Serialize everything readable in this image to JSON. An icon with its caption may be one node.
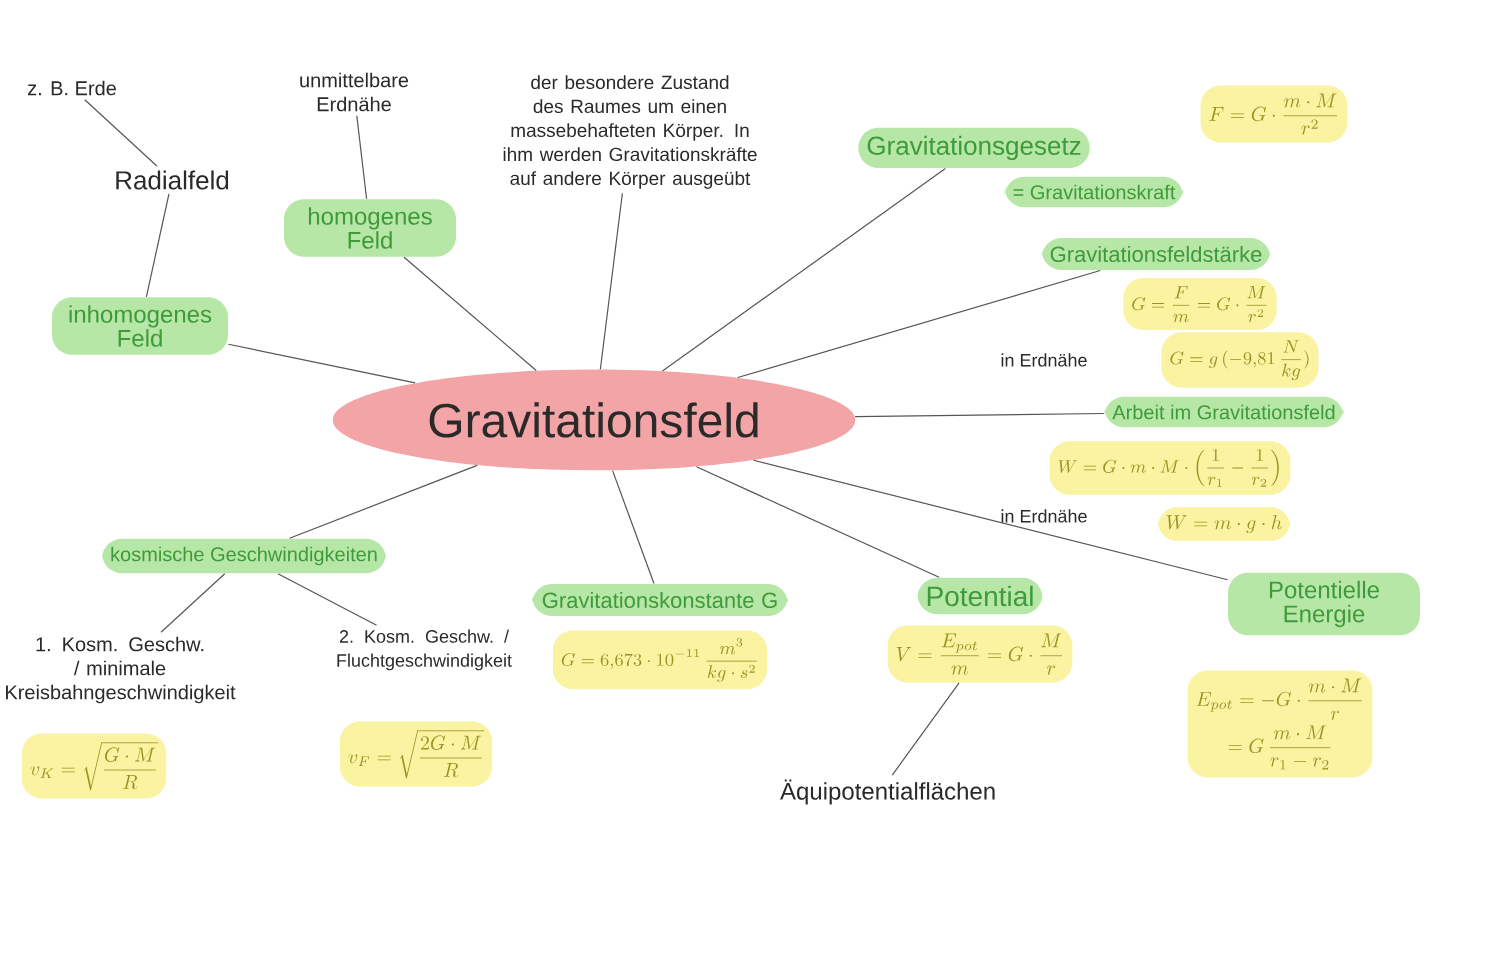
{
  "diagram": {
    "nodes": [
      {
        "text": [
          "Gravitationsfeld"
        ]
      },
      {
        "text": [
          "der besondere Zustand des Raumes um einen massebehafteten Körper. In ihm werden Gravitationskräfte auf andere Körper ausgeübt"
        ]
      },
      {
        "text": [
          "unmittelbare Erdnähe"
        ]
      },
      {
        "text": [
          "homogenes Feld"
        ]
      },
      {
        "text": [
          "z. B. Erde"
        ]
      },
      {
        "text": [
          "Radialfeld"
        ]
      },
      {
        "text": [
          "inhomogenes Feld"
        ]
      },
      {
        "text": [
          "Gravitationsgesetz"
        ]
      },
      {
        "text": [
          "F = G \\cdot \\frac{m \\cdot M}{r^2}"
        ]
      },
      {
        "text": [
          "= Gravitationskraft"
        ]
      },
      {
        "text": [
          "Gravitationsfeldstärke"
        ]
      },
      {
        "text": [
          "G = \\frac{F}{m} = G \\cdot \\frac{M}{r^2}"
        ]
      },
      {
        "text": [
          "G = g\\,(-9{,}81\\,\\frac{N}{kg})"
        ]
      },
      {
        "text": [
          "Arbeit im Gravitationsfeld"
        ]
      },
      {
        "text": [
          "W = G \\cdot m \\cdot M \\cdot \\left(\\frac{1}{r_1} - \\frac{1}{r_2}\\right)"
        ]
      },
      {
        "text": [
          "W = m \\cdot g \\cdot h"
        ]
      },
      {
        "text": [
          "Potentielle Energie"
        ]
      },
      {
        "text": [
          "E_{pot} = -G \\cdot \\frac{m \\cdot M}{r}",
          "= G\\,\\frac{m \\cdot M}{r_1 - r_2}"
        ]
      },
      {
        "text": [
          "Potential"
        ]
      },
      {
        "text": [
          "V = \\frac{E_{pot}}{m} = G \\cdot \\frac{M}{r}"
        ]
      },
      {
        "text": [
          "Äquipotentialflächen"
        ]
      },
      {
        "text": [
          "Gravitationskonstante G"
        ]
      },
      {
        "text": [
          "G = 6{,}673 \\cdot 10^{-11}\\,\\frac{m^3}{kg \\cdot s^2}"
        ]
      },
      {
        "text": [
          "kosmische Geschwindigkeiten"
        ]
      },
      {
        "text": [
          "1. Kosm. Geschw. / minimale Kreisbahngeschwindigkeit"
        ]
      },
      {
        "text": [
          "v_K = \\sqrt{\\frac{G \\cdot M}{R}}"
        ]
      },
      {
        "text": [
          "2. Kosm. Geschw. / Fluchtgeschwindigkeit"
        ]
      },
      {
        "text": [
          "v_F = \\sqrt{\\frac{2G \\cdot M}{R}}"
        ]
      }
    ],
    "edges": [
      {
        "from": 0,
        "to": 1,
        "arrow": "none"
      },
      {
        "from": 0,
        "to": 3,
        "arrow": "none"
      },
      {
        "from": 3,
        "to": 2,
        "arrow": "none"
      },
      {
        "from": 0,
        "to": 6,
        "arrow": "none"
      },
      {
        "from": 6,
        "to": 5,
        "arrow": "none"
      },
      {
        "from": 5,
        "to": 4,
        "arrow": "none"
      },
      {
        "from": 0,
        "to": 7,
        "arrow": "none"
      },
      {
        "from": 0,
        "to": 10,
        "arrow": "none"
      },
      {
        "from": 0,
        "to": 13,
        "arrow": "none"
      },
      {
        "from": 0,
        "to": 16,
        "arrow": "none"
      },
      {
        "from": 0,
        "to": 18,
        "arrow": "none"
      },
      {
        "from": 19,
        "to": 20,
        "arrow": "none"
      },
      {
        "from": 0,
        "to": 21,
        "arrow": "none"
      },
      {
        "from": 0,
        "to": 23,
        "arrow": "none"
      },
      {
        "from": 23,
        "to": 24,
        "arrow": "none"
      },
      {
        "from": 23,
        "to": 26,
        "arrow": "none"
      }
    ],
    "labels": [
      "in Erdnähe",
      "in Erdnähe"
    ]
  }
}
